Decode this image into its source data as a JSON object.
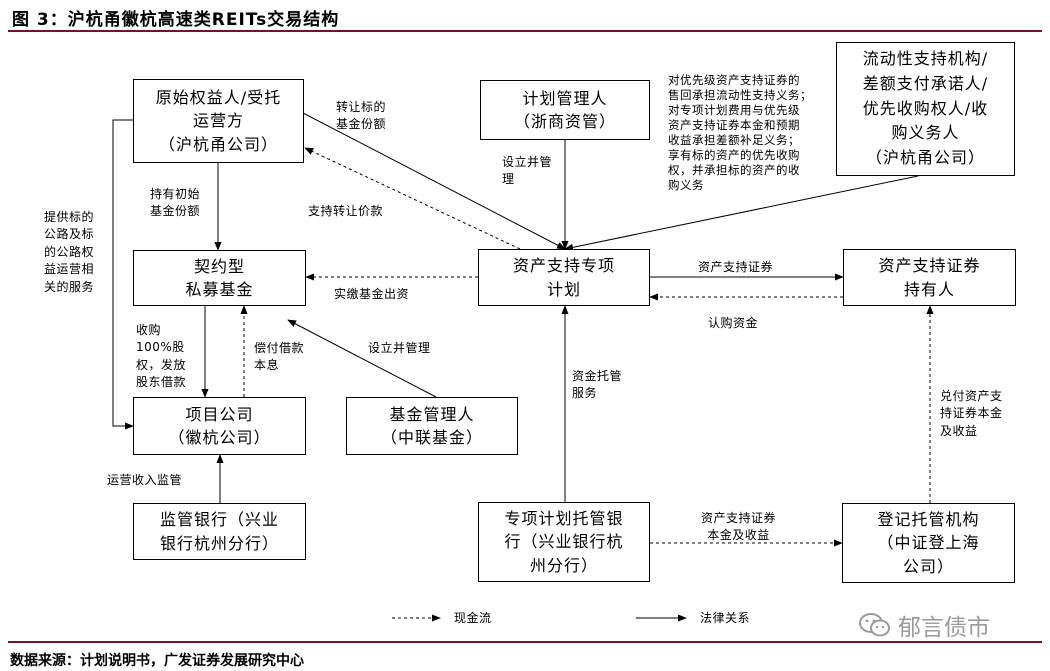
{
  "title": "图 3：沪杭甬徽杭高速类REITs交易结构",
  "nodes": {
    "originator": [
      "原始权益人/受托",
      "运营方",
      "（沪杭甬公司）"
    ],
    "plan_manager": [
      "计划管理人",
      "（浙商资管）"
    ],
    "support_org": [
      "流动性支持机构/",
      "差额支付承诺人/",
      "优先收购权人/收",
      "购义务人",
      "（沪杭甬公司）"
    ],
    "private_fund": [
      "契约型",
      "私募基金"
    ],
    "abs_plan": [
      "资产支持专项",
      "计划"
    ],
    "holders": [
      "资产支持证券",
      "持有人"
    ],
    "project_co": [
      "项目公司",
      "（徽杭公司）"
    ],
    "fund_manager": [
      "基金管理人",
      "（中联基金）"
    ],
    "supervisor_bank": [
      "监管银行（兴业",
      "银行杭州分行）"
    ],
    "custodian_bank": [
      "专项计划托管银",
      "行（兴业银行杭",
      "州分行）"
    ],
    "registrar": [
      "登记托管机构",
      "（中证登上海",
      "公司）"
    ]
  },
  "edge_labels": {
    "transfer_units": [
      "转让标的",
      "基金份额"
    ],
    "support_price": "支持转让价款",
    "hold_units": [
      "持有初始",
      "基金份额"
    ],
    "provide_services": [
      "提供标的",
      "公路及标",
      "的公路权",
      "益运营相",
      "关的服务"
    ],
    "establish_manage_plan": [
      "设立并管",
      "理"
    ],
    "obligations": [
      "对优先级资产支持证券的",
      "售回承担流动性支持义务；",
      "对专项计划费用与优先级",
      "资产支持证券本金和预期",
      "收益承担差额补足义务；",
      "享有标的资产的优先收购",
      "权，并承担标的资产的收",
      "购义务"
    ],
    "abs_securities": "资产支持证券",
    "subscription": "认购资金",
    "fund_payment": "实缴基金出资",
    "acquire": [
      "收购",
      "100%股",
      "权，发放",
      "股东借款"
    ],
    "repay": [
      "偿付借款",
      "本息"
    ],
    "establish_manage_fund": "设立并管理",
    "custody_services": [
      "资金托管",
      "服务"
    ],
    "redeem": [
      "兑付资产支",
      "持证券本金",
      "及收益"
    ],
    "ops_supervision": "运营收入监管",
    "principal_income": [
      "资产支持证券",
      "本金及收益"
    ]
  },
  "legend": {
    "cash_flow": "现金流",
    "legal_relation": "法律关系"
  },
  "footer": "数据来源：计划说明书，广发证券发展研究中心",
  "brand": "郁言债市",
  "colors": {
    "rule": "#7a0f2a",
    "brand": "#9a9a9a"
  }
}
